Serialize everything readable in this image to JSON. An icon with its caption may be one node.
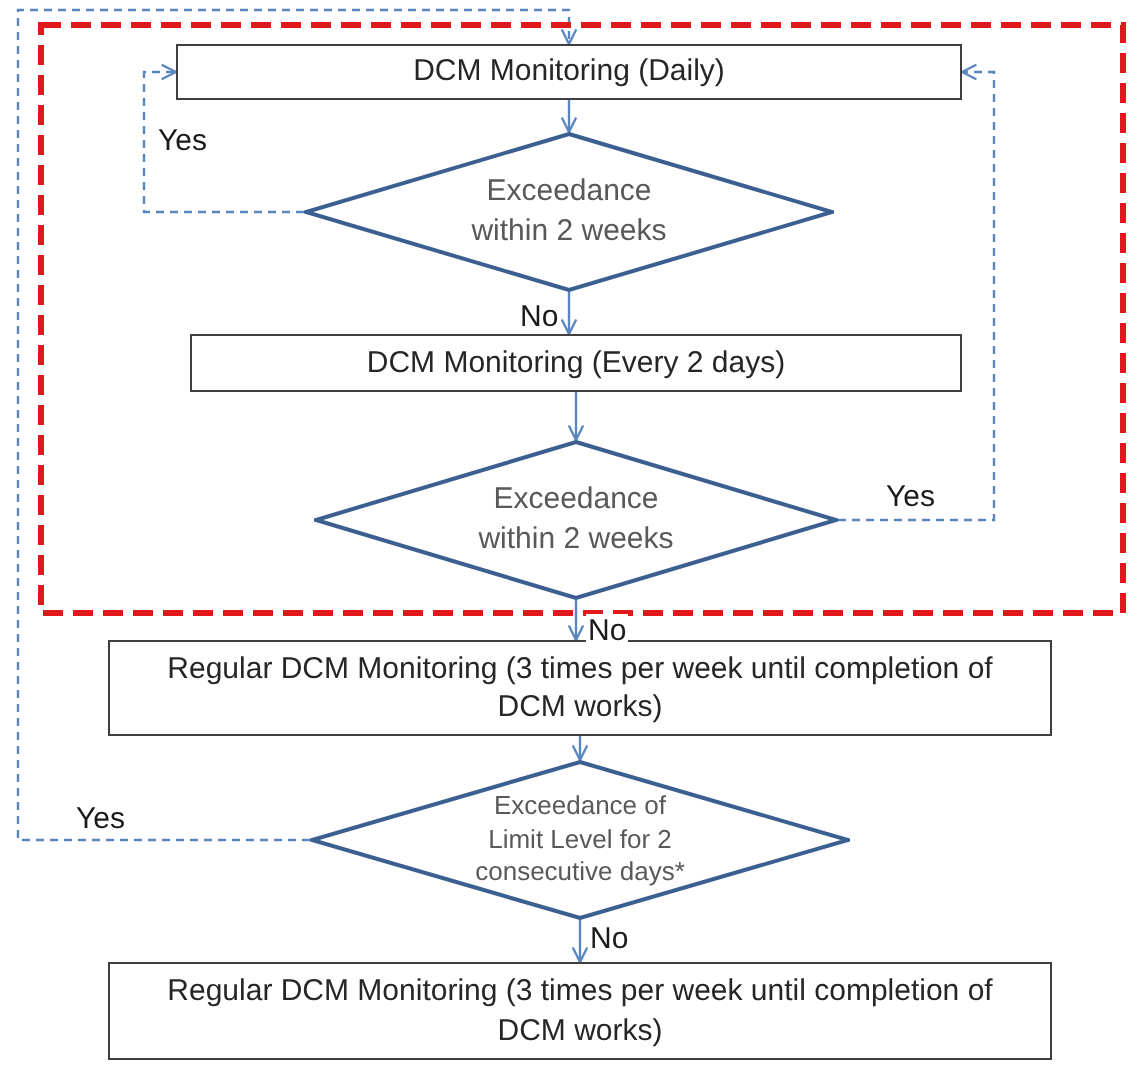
{
  "diagram": {
    "nodes": [
      {
        "text": [],
        "shape": "box"
      },
      {
        "text": [
          "DCM Monitoring (Daily)"
        ],
        "in": 0
      },
      {
        "text": [
          "Exceedance within 2 weeks"
        ],
        "in": 0
      },
      {
        "text": [
          "DCM Monitoring (Every 2 days)"
        ],
        "in": 0
      },
      {
        "text": [
          "Exceedance within 2 weeks"
        ],
        "in": 0
      },
      {
        "text": [
          "Regular DCM Monitoring (3 times per week until completion of DCM works)"
        ]
      },
      {
        "text": [
          "Exceedance of Limit Level for 2 consecutive days*"
        ]
      },
      {
        "text": [
          "Regular DCM Monitoring (3 times per week until completion of DCM works)"
        ]
      }
    ],
    "edges": [
      {
        "from": 1,
        "to": 2,
        "arrow": "to"
      },
      {
        "from": 2,
        "to": 1,
        "arrow": "to",
        "label": "Yes",
        "style": "dashed"
      },
      {
        "from": 2,
        "to": 3,
        "arrow": "to",
        "label": "No"
      },
      {
        "from": 3,
        "to": 4,
        "arrow": "to"
      },
      {
        "from": 4,
        "to": 1,
        "arrow": "to",
        "label": "Yes",
        "style": "dashed"
      },
      {
        "from": 4,
        "to": 5,
        "arrow": "to",
        "label": "No"
      },
      {
        "from": 5,
        "to": 6,
        "arrow": "to"
      },
      {
        "from": 6,
        "to": 1,
        "arrow": "to",
        "label": "Yes",
        "style": "dashed"
      },
      {
        "from": 6,
        "to": 7,
        "arrow": "to",
        "label": "No"
      }
    ]
  }
}
